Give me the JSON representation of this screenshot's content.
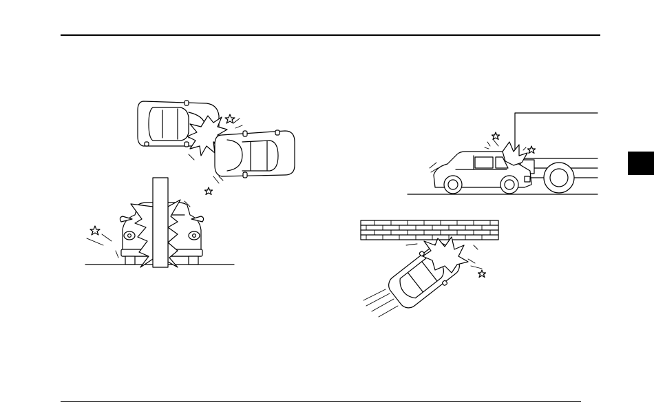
{
  "page": {
    "section_tab": {
      "label": "",
      "color": "#000000"
    },
    "illustrations": [
      {
        "name": "side-impact-collision",
        "icon": "car-side-collision-icon"
      },
      {
        "name": "pole-impact-collision",
        "icon": "car-pole-collision-icon"
      },
      {
        "name": "rear-underride-collision",
        "icon": "car-truck-collision-icon"
      },
      {
        "name": "angled-wall-collision",
        "icon": "car-wall-collision-icon"
      }
    ]
  }
}
